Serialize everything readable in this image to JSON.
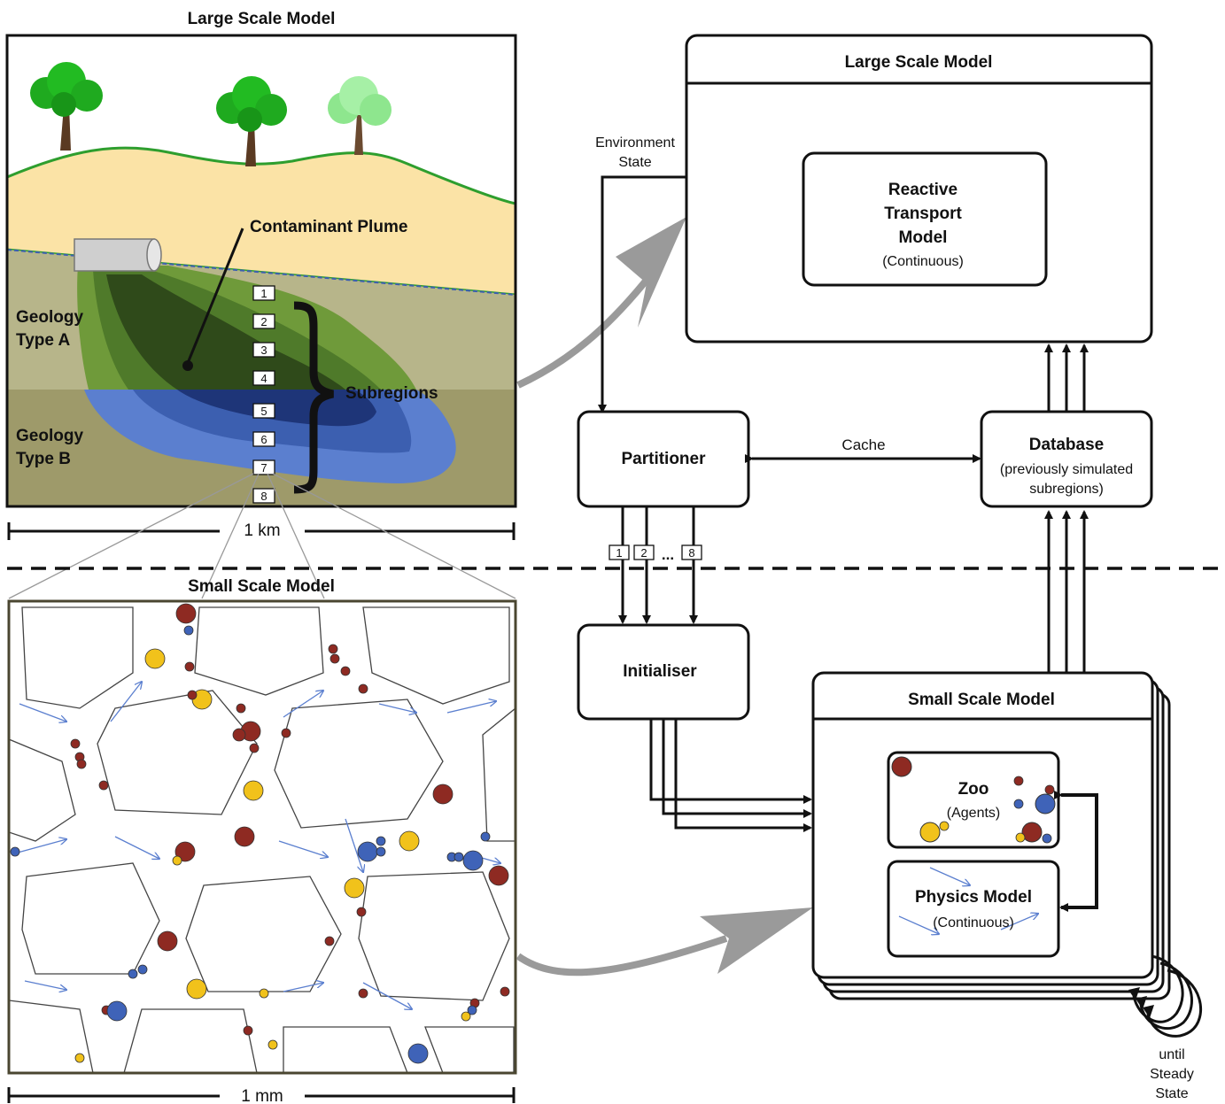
{
  "left_panel": {
    "large_scale_title": "Large Scale Model",
    "contaminant_label": "Contaminant Plume",
    "geology_a": [
      "Geology",
      "Type A"
    ],
    "geology_b": [
      "Geology",
      "Type B"
    ],
    "subregions_label": "Subregions",
    "subregion_numbers": [
      "1",
      "2",
      "3",
      "4",
      "5",
      "6",
      "7",
      "8"
    ],
    "scale_large": "1 km",
    "small_scale_title": "Small Scale Model",
    "scale_small": "1 mm"
  },
  "flow": {
    "large_scale_model": "Large Scale Model",
    "reactive_transport": [
      "Reactive",
      "Transport",
      "Model"
    ],
    "reactive_transport_sub": "(Continuous)",
    "environment_state": [
      "Environment",
      "State"
    ],
    "partitioner": "Partitioner",
    "cache": "Cache",
    "database": "Database",
    "database_sub": [
      "(previously simulated",
      "subregions)"
    ],
    "partition_labels": [
      "1",
      "2",
      "...",
      "8"
    ],
    "initialiser": "Initialiser",
    "small_scale_model": "Small Scale Model",
    "zoo": "Zoo",
    "zoo_sub": "(Agents)",
    "physics_model": "Physics Model",
    "physics_sub": "(Continuous)",
    "until_steady": [
      "until",
      "Steady",
      "State"
    ]
  },
  "colors": {
    "sky": "#ffffff",
    "grass": "#2e9e2e",
    "soil": "#fbe3a6",
    "geology_a": "#b7b58a",
    "geology_b": "#9e9a6a",
    "plume_outer": "#6f9a3a",
    "plume_mid": "#4f7a2a",
    "plume_core": "#2f4a1a",
    "water_outer": "#5b7fcf",
    "water_mid": "#3c5fb0",
    "water_core": "#1e3578",
    "agent_red": "#8e2a22",
    "agent_yellow": "#f1c21b",
    "agent_blue": "#3f63b8",
    "flow_arrow": "#5b7fcf",
    "grey_arrow": "#9a9a9a"
  }
}
